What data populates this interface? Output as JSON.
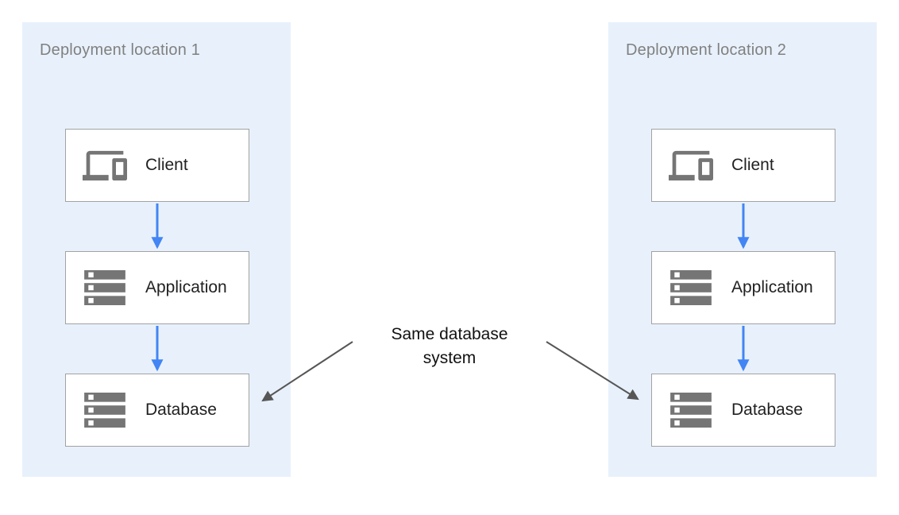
{
  "locations": [
    {
      "title": "Deployment location 1",
      "nodes": [
        {
          "label": "Client",
          "icon": "devices-icon"
        },
        {
          "label": "Application",
          "icon": "server-stack-icon"
        },
        {
          "label": "Database",
          "icon": "server-stack-icon"
        }
      ]
    },
    {
      "title": "Deployment location 2",
      "nodes": [
        {
          "label": "Client",
          "icon": "devices-icon"
        },
        {
          "label": "Application",
          "icon": "server-stack-icon"
        },
        {
          "label": "Database",
          "icon": "server-stack-icon"
        }
      ]
    }
  ],
  "annotation": {
    "line1": "Same database",
    "line2": "system"
  },
  "colors": {
    "container_bg": "#e8f1fb",
    "box_border": "#a2a2a2",
    "title_text": "#808080",
    "label_text": "#212121",
    "icon_gray": "#757575",
    "flow_arrow": "#4285f4",
    "annotation_arrow": "#565656",
    "annotation_text": "#111111",
    "page_bg": "#ffffff"
  }
}
